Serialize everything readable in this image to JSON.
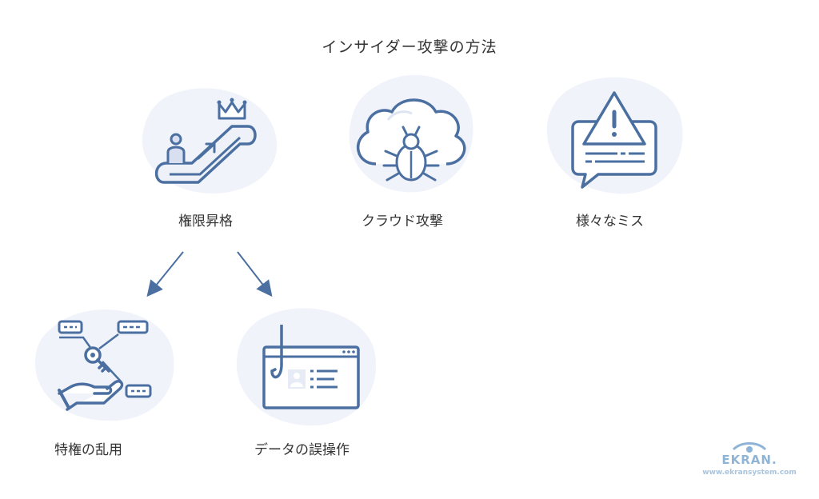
{
  "title": "インサイダー攻撃の方法",
  "nodes": {
    "privilege_escalation": "権限昇格",
    "cloud_attack": "クラウド攻撃",
    "various_mistakes": "様々なミス",
    "privilege_abuse": "特権の乱用",
    "data_mishandling": "データの誤操作"
  },
  "logo": {
    "brand": "EKRAN.",
    "url": "www.ekransystem.com"
  },
  "colors": {
    "icon_stroke": "#4a6fa0",
    "blob": "#f1f3fb",
    "text": "#333333"
  }
}
